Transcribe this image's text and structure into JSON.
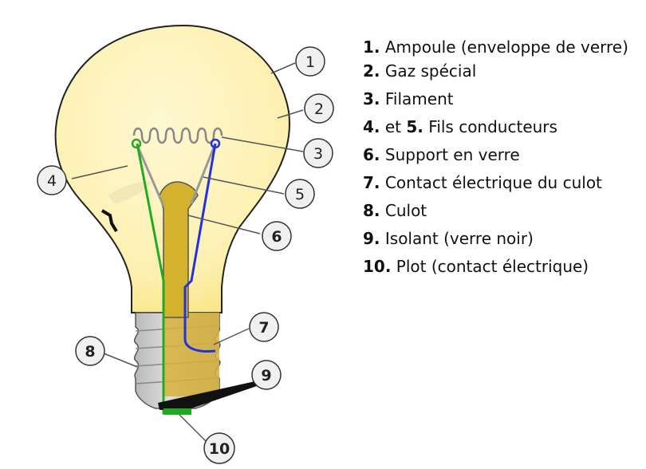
{
  "callouts": [
    "1",
    "2",
    "3",
    "4",
    "5",
    "6",
    "7",
    "8",
    "9",
    "10"
  ],
  "legend": [
    {
      "num": "1.",
      "text": " Ampoule  (enveloppe de verre)"
    },
    {
      "num": "2.",
      "text": " Gaz spécial"
    },
    {
      "num": "3.",
      "text": " Filament"
    },
    {
      "num": "4.",
      "text": " et ",
      "num2": "5.",
      "text2": " Fils conducteurs"
    },
    {
      "num": "6.",
      "text": " Support en verre"
    },
    {
      "num": "7.",
      "text": " Contact électrique du culot"
    },
    {
      "num": "8.",
      "text": " Culot"
    },
    {
      "num": "9.",
      "text": "  Isolant (verre noir)"
    },
    {
      "num": "10.",
      "text": " Plot (contact électrique)"
    }
  ],
  "colors": {
    "glass": "#fdf5c4",
    "glass_edge": "#fce98a",
    "base": "#c9c9c9",
    "support": "#d4b22e",
    "wire_green": "#22aa22",
    "wire_blue": "#2233dd",
    "insulator": "#111111"
  }
}
